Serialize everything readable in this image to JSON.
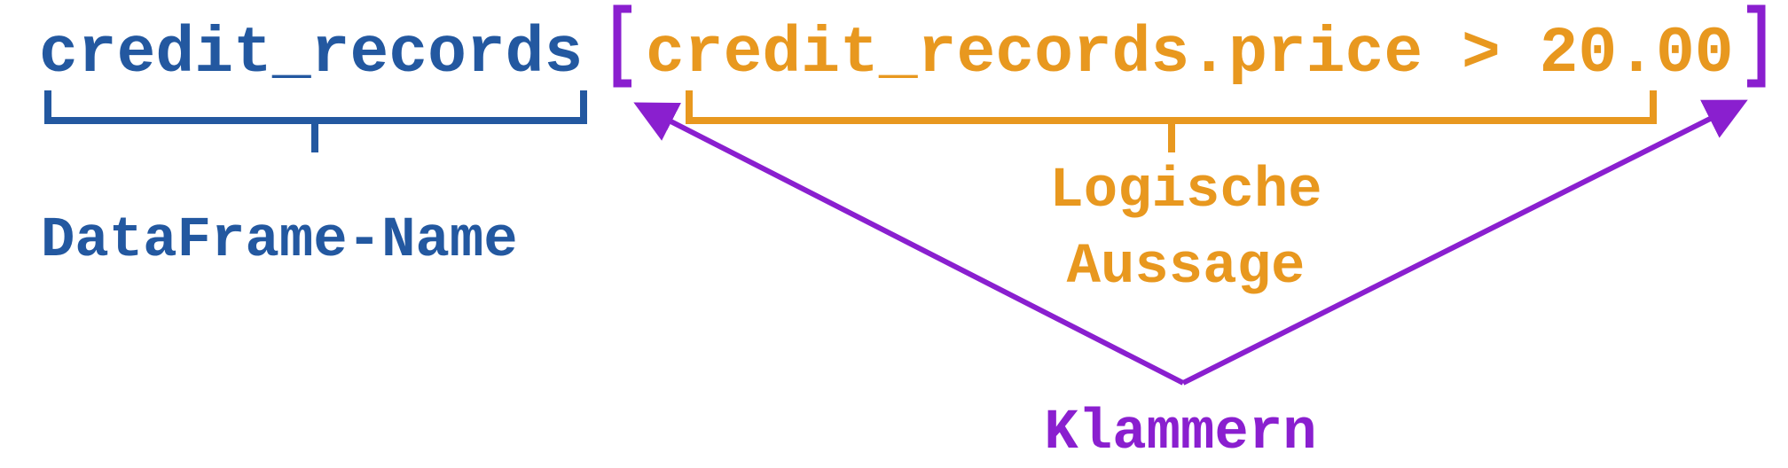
{
  "expression": {
    "dataframe": "credit_records",
    "condition": "credit_records.price > 20.00",
    "open_bracket": "[",
    "close_bracket": "]"
  },
  "labels": {
    "dataframe_name": "DataFrame-Name",
    "logical_statement_line1": "Logische",
    "logical_statement_line2": "Aussage",
    "brackets": "Klammern"
  },
  "colors": {
    "dataframe": "#2358a0",
    "condition": "#e8981f",
    "brackets": "#8a1fcf"
  }
}
